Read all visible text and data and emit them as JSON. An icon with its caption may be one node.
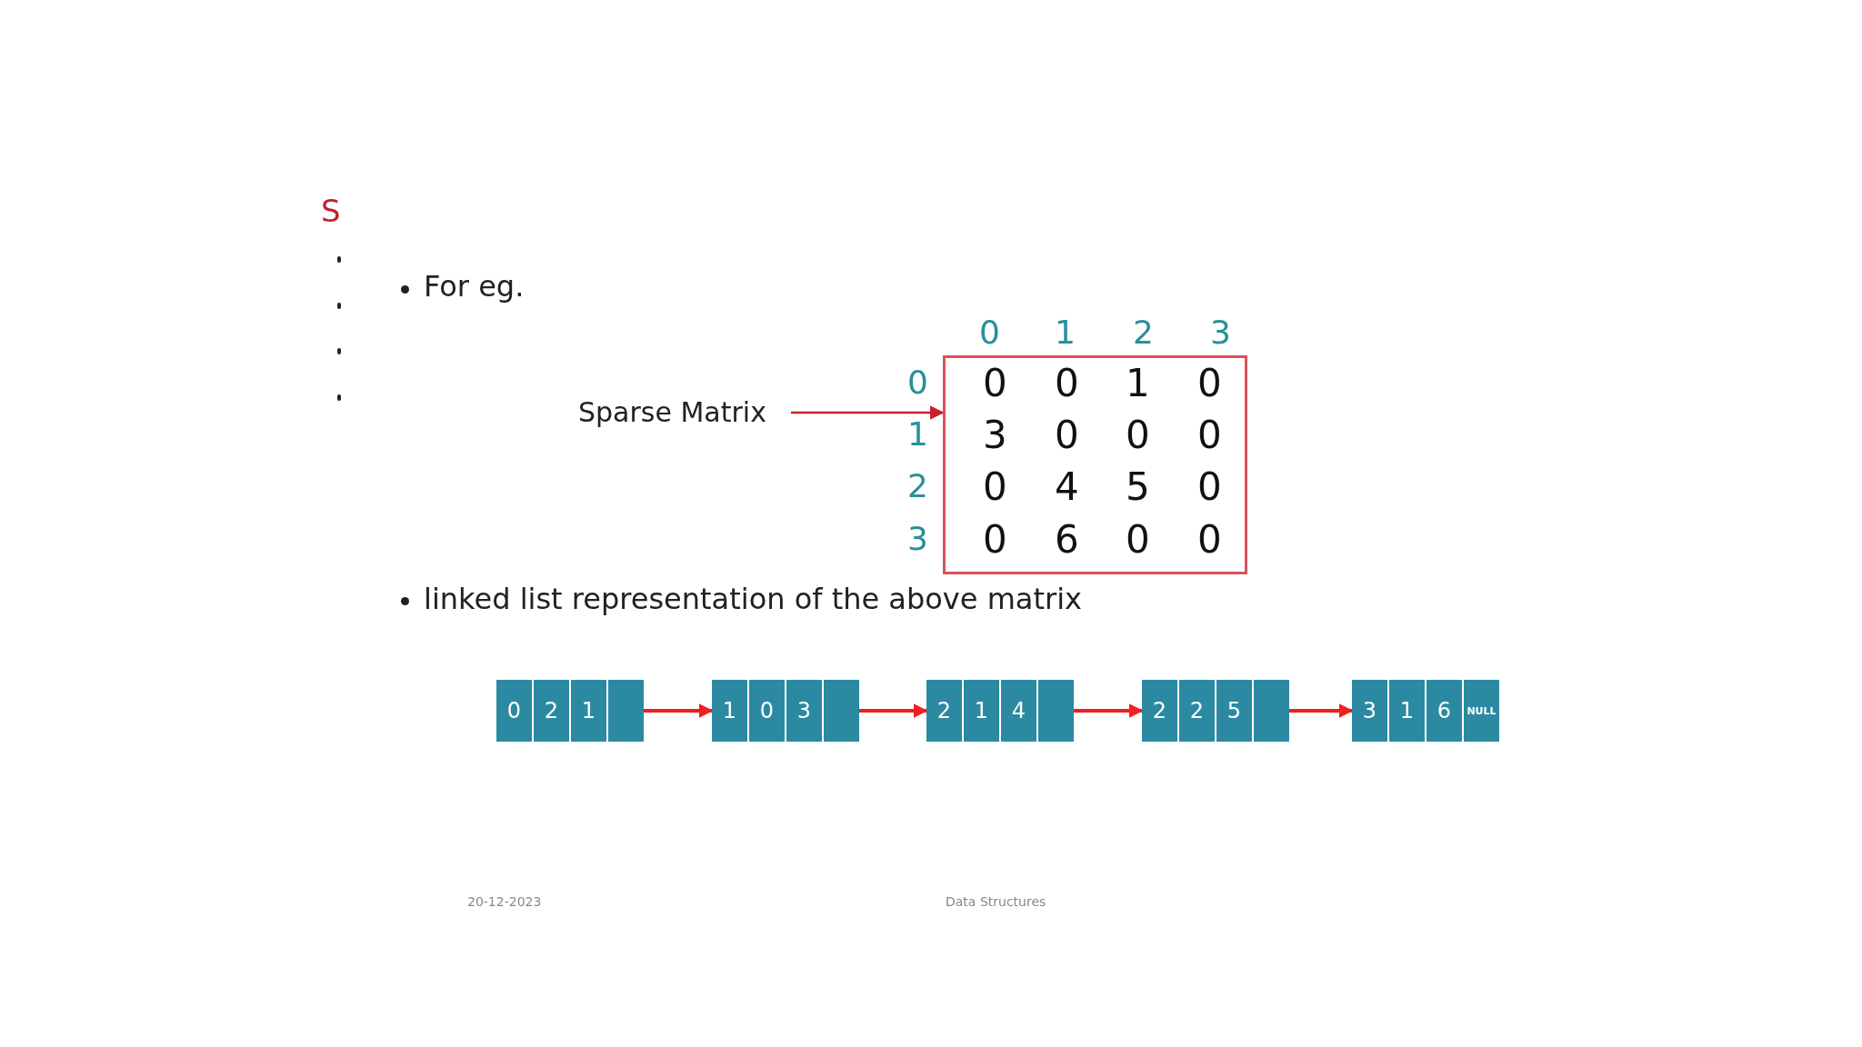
{
  "diagram": {
    "title": "S",
    "nodes": [
      {
        "text": [
          "Sparse Matrix"
        ]
      },
      {
        "text": [],
        "shape": "box"
      },
      {
        "text": [
          "0",
          "2",
          "1"
        ]
      },
      {
        "text": [
          "1",
          "0",
          "3"
        ]
      },
      {
        "text": [
          "2",
          "1",
          "4"
        ]
      },
      {
        "text": [
          "2",
          "2",
          "5"
        ]
      },
      {
        "text": [
          "3",
          "1",
          "6",
          "NULL"
        ]
      }
    ],
    "edges": [
      {
        "from": 0,
        "to": 1,
        "arrow": "to"
      },
      {
        "from": 2,
        "to": 3,
        "arrow": "to"
      },
      {
        "from": 3,
        "to": 4,
        "arrow": "to"
      },
      {
        "from": 4,
        "to": 5,
        "arrow": "to"
      },
      {
        "from": 5,
        "to": 6,
        "arrow": "to"
      }
    ],
    "labels": [
      "For eg.",
      "0",
      "1",
      "2",
      "3",
      "0",
      "0",
      "0",
      "1",
      "0",
      "1",
      "3",
      "0",
      "0",
      "0",
      "2",
      "0",
      "4",
      "5",
      "0",
      "3",
      "0",
      "6",
      "0",
      "0",
      "linked list representation of the above matrix",
      "20-12-2023",
      "Data Structures"
    ]
  }
}
